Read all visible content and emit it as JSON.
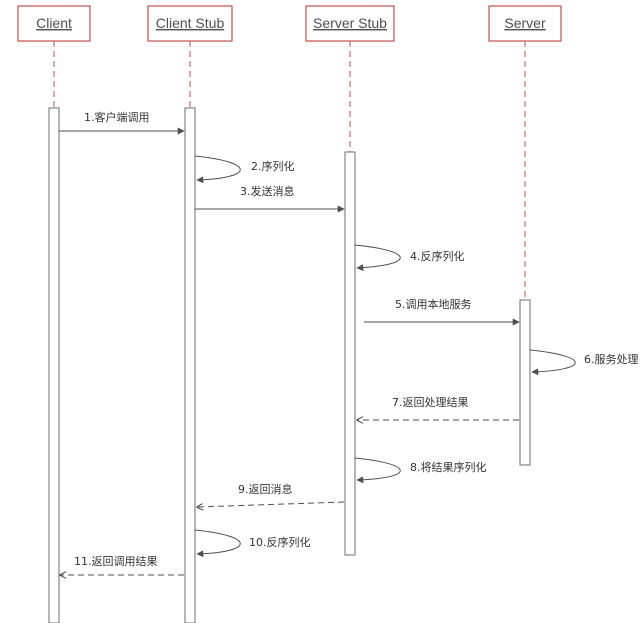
{
  "participants": [
    {
      "id": "client",
      "label": "Client"
    },
    {
      "id": "client_stub",
      "label": "Client Stub"
    },
    {
      "id": "server_stub",
      "label": "Server Stub"
    },
    {
      "id": "server",
      "label": "Server"
    }
  ],
  "messages": [
    {
      "id": "m1",
      "label": "1.客户端调用",
      "from": "client",
      "to": "client_stub",
      "kind": "call"
    },
    {
      "id": "m2",
      "label": "2.序列化",
      "from": "client_stub",
      "to": "client_stub",
      "kind": "self"
    },
    {
      "id": "m3",
      "label": "3.发送消息",
      "from": "client_stub",
      "to": "server_stub",
      "kind": "call"
    },
    {
      "id": "m4",
      "label": "4.反序列化",
      "from": "server_stub",
      "to": "server_stub",
      "kind": "self"
    },
    {
      "id": "m5",
      "label": "5.调用本地服务",
      "from": "server_stub",
      "to": "server",
      "kind": "call"
    },
    {
      "id": "m6",
      "label": "6.服务处理",
      "from": "server",
      "to": "server",
      "kind": "self"
    },
    {
      "id": "m7",
      "label": "7.返回处理结果",
      "from": "server",
      "to": "server_stub",
      "kind": "return"
    },
    {
      "id": "m8",
      "label": "8.将结果序列化",
      "from": "server_stub",
      "to": "server_stub",
      "kind": "self"
    },
    {
      "id": "m9",
      "label": "9.返回消息",
      "from": "server_stub",
      "to": "client_stub",
      "kind": "return"
    },
    {
      "id": "m10",
      "label": "10.反序列化",
      "from": "client_stub",
      "to": "client_stub",
      "kind": "self"
    },
    {
      "id": "m11",
      "label": "11.返回调用结果",
      "from": "client_stub",
      "to": "client",
      "kind": "return"
    }
  ]
}
